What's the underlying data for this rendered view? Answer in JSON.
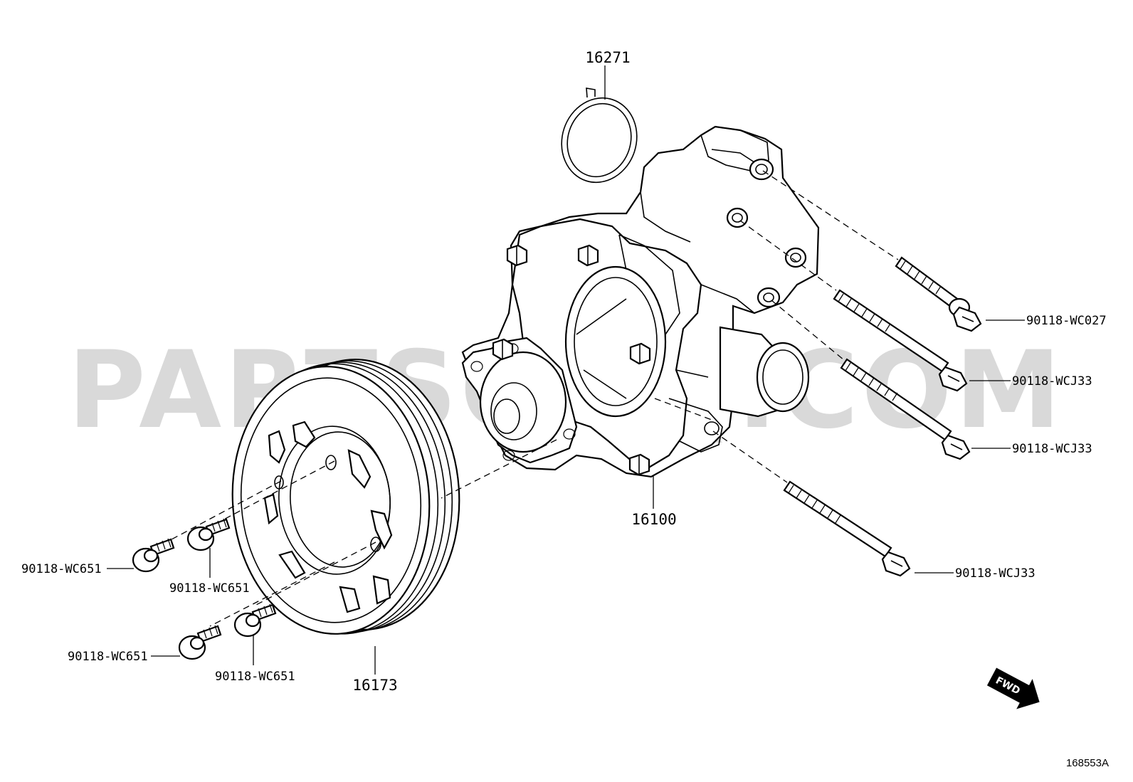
{
  "watermark": "PARTSOUQ.COM",
  "labels": {
    "p16271": "16271",
    "p16100": "16100",
    "p16173": "16173",
    "bolt_wc027": "90118-WC027",
    "bolt_wcj33_a": "90118-WCJ33",
    "bolt_wcj33_b": "90118-WCJ33",
    "bolt_wcj33_c": "90118-WCJ33",
    "bolt_wc651_a": "90118-WC651",
    "bolt_wc651_b": "90118-WC651",
    "bolt_wc651_c": "90118-WC651",
    "bolt_wc651_d": "90118-WC651"
  },
  "fwd_label": "FWD",
  "figure_id": "168553A"
}
